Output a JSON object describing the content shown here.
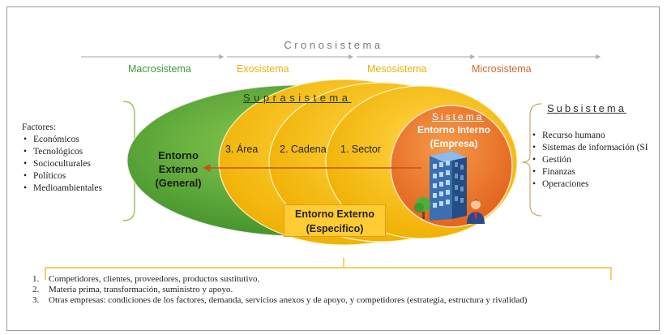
{
  "timeline": {
    "title": "Cronosistema",
    "levels": [
      {
        "label": "Macrosistema",
        "color": "#3f9a3f"
      },
      {
        "label": "Exosistema",
        "color": "#e8b20c"
      },
      {
        "label": "Mesosistema",
        "color": "#e8b20c"
      },
      {
        "label": "Microsistema",
        "color": "#d06a2c"
      }
    ]
  },
  "left_panel": {
    "heading": "Factores:",
    "items": [
      "Económicos",
      "Tecnológicos",
      "Socioculturales",
      "Políticos",
      "Medioambientales"
    ]
  },
  "diagram": {
    "suprasistema_label": "Suprasistema",
    "external_general": [
      "Entorno",
      "Externo",
      "(General)"
    ],
    "rings": [
      "3. Área",
      "2. Cadena",
      "1. Sector"
    ],
    "sistema_label": "Sistema",
    "internal": [
      "Entorno Interno",
      "(Empresa)"
    ],
    "external_specific": [
      "Entorno Externo",
      "(Especifico)"
    ],
    "colors": {
      "green": "#5aa83c",
      "yellow": "#f4b400",
      "orange": "#e86a1e",
      "arrow": "#c4521a"
    }
  },
  "right_panel": {
    "title": "Subsistema",
    "items": [
      "Recurso humano",
      "Sistemas de información (SI",
      "Gestión",
      "Finanzas",
      "Operaciones"
    ]
  },
  "notes": [
    {
      "num": "1.",
      "text": "Competidores, clientes, proveedores, productos sustitutivo."
    },
    {
      "num": "2.",
      "text": "Materia prima, transformación, suministro y apoyo."
    },
    {
      "num": "3.",
      "text": "Otras empresas: condiciones de los factores, demanda, servicios anexos y de apoyo, y competidores (estrategia, estructura y rivalidad)"
    }
  ]
}
